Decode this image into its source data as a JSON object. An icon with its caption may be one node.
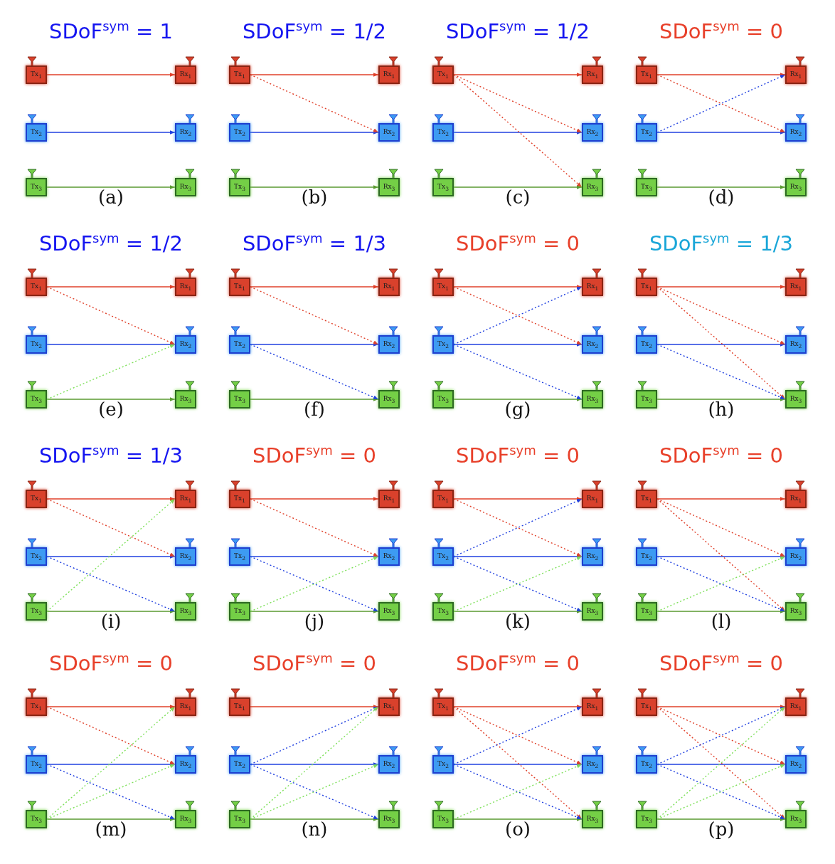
{
  "diagram": {
    "nodes": [
      {
        "text": [
          "Tx$_{1}$"
        ]
      },
      {
        "text": [
          "Rx$_{1}$"
        ]
      },
      {
        "text": [
          "Tx$_{2}$"
        ]
      },
      {
        "text": [
          "Rx$_{2}$"
        ]
      },
      {
        "text": [
          "Tx$_{3}$"
        ]
      },
      {
        "text": [
          "Rx$_{3}$"
        ]
      },
      {
        "text": [
          "Tx$_{1}$"
        ]
      },
      {
        "text": [
          "Rx$_{1}$"
        ]
      },
      {
        "text": [
          "Tx$_{2}$"
        ]
      },
      {
        "text": [
          "Rx$_{2}$"
        ]
      },
      {
        "text": [
          "Tx$_{3}$"
        ]
      },
      {
        "text": [
          "Rx$_{3}$"
        ]
      },
      {
        "text": [
          "Tx$_{1}$"
        ]
      },
      {
        "text": [
          "Rx$_{1}$"
        ]
      },
      {
        "text": [
          "Tx$_{2}$"
        ]
      },
      {
        "text": [
          "Rx$_{2}$"
        ]
      },
      {
        "text": [
          "Tx$_{3}$"
        ]
      },
      {
        "text": [
          "Rx$_{3}$"
        ]
      },
      {
        "text": [
          "Tx$_{1}$"
        ]
      },
      {
        "text": [
          "Rx$_{1}$"
        ]
      },
      {
        "text": [
          "Tx$_{2}$"
        ]
      },
      {
        "text": [
          "Rx$_{2}$"
        ]
      },
      {
        "text": [
          "Tx$_{3}$"
        ]
      },
      {
        "text": [
          "Rx$_{3}$"
        ]
      },
      {
        "text": [
          "Tx$_{1}$"
        ]
      },
      {
        "text": [
          "Rx$_{1}$"
        ]
      },
      {
        "text": [
          "Tx$_{2}$"
        ]
      },
      {
        "text": [
          "Rx$_{2}$"
        ]
      },
      {
        "text": [
          "Tx$_{3}$"
        ]
      },
      {
        "text": [
          "Rx$_{3}$"
        ]
      },
      {
        "text": [
          "Tx$_{1}$"
        ]
      },
      {
        "text": [
          "Rx$_{1}$"
        ]
      },
      {
        "text": [
          "Tx$_{2}$"
        ]
      },
      {
        "text": [
          "Rx$_{2}$"
        ]
      },
      {
        "text": [
          "Tx$_{3}$"
        ]
      },
      {
        "text": [
          "Rx$_{3}$"
        ]
      },
      {
        "text": [
          "Tx$_{1}$"
        ]
      },
      {
        "text": [
          "Rx$_{1}$"
        ]
      },
      {
        "text": [
          "Tx$_{2}$"
        ]
      },
      {
        "text": [
          "Rx$_{2}$"
        ]
      },
      {
        "text": [
          "Tx$_{3}$"
        ]
      },
      {
        "text": [
          "Rx$_{3}$"
        ]
      },
      {
        "text": [
          "Tx$_{1}$"
        ]
      },
      {
        "text": [
          "Rx$_{1}$"
        ]
      },
      {
        "text": [
          "Tx$_{2}$"
        ]
      },
      {
        "text": [
          "Rx$_{2}$"
        ]
      },
      {
        "text": [
          "Tx$_{3}$"
        ]
      },
      {
        "text": [
          "Rx$_{3}$"
        ]
      },
      {
        "text": [
          "Tx$_{1}$"
        ]
      },
      {
        "text": [
          "Rx$_{1}$"
        ]
      },
      {
        "text": [
          "Tx$_{2}$"
        ]
      },
      {
        "text": [
          "Rx$_{2}$"
        ]
      },
      {
        "text": [
          "Tx$_{3}$"
        ]
      },
      {
        "text": [
          "Rx$_{3}$"
        ]
      },
      {
        "text": [
          "Tx$_{1}$"
        ]
      },
      {
        "text": [
          "Rx$_{1}$"
        ]
      },
      {
        "text": [
          "Tx$_{2}$"
        ]
      },
      {
        "text": [
          "Rx$_{2}$"
        ]
      },
      {
        "text": [
          "Tx$_{3}$"
        ]
      },
      {
        "text": [
          "Rx$_{3}$"
        ]
      },
      {
        "text": [
          "Tx$_{1}$"
        ]
      },
      {
        "text": [
          "Rx$_{1}$"
        ]
      },
      {
        "text": [
          "Tx$_{2}$"
        ]
      },
      {
        "text": [
          "Rx$_{2}$"
        ]
      },
      {
        "text": [
          "Tx$_{3}$"
        ]
      },
      {
        "text": [
          "Rx$_{3}$"
        ]
      },
      {
        "text": [
          "Tx$_{1}$"
        ]
      },
      {
        "text": [
          "Rx$_{1}$"
        ]
      },
      {
        "text": [
          "Tx$_{2}$"
        ]
      },
      {
        "text": [
          "Rx$_{2}$"
        ]
      },
      {
        "text": [
          "Tx$_{3}$"
        ]
      },
      {
        "text": [
          "Rx$_{3}$"
        ]
      },
      {
        "text": [
          "Tx$_{1}$"
        ]
      },
      {
        "text": [
          "Rx$_{1}$"
        ]
      },
      {
        "text": [
          "Tx$_{2}$"
        ]
      },
      {
        "text": [
          "Rx$_{2}$"
        ]
      },
      {
        "text": [
          "Tx$_{3}$"
        ]
      },
      {
        "text": [
          "Rx$_{3}$"
        ]
      },
      {
        "text": [
          "Tx$_{1}$"
        ]
      },
      {
        "text": [
          "Rx$_{1}$"
        ]
      },
      {
        "text": [
          "Tx$_{2}$"
        ]
      },
      {
        "text": [
          "Rx$_{2}$"
        ]
      },
      {
        "text": [
          "Tx$_{3}$"
        ]
      },
      {
        "text": [
          "Rx$_{3}$"
        ]
      },
      {
        "text": [
          "Tx$_{1}$"
        ]
      },
      {
        "text": [
          "Rx$_{1}$"
        ]
      },
      {
        "text": [
          "Tx$_{2}$"
        ]
      },
      {
        "text": [
          "Rx$_{2}$"
        ]
      },
      {
        "text": [
          "Tx$_{3}$"
        ]
      },
      {
        "text": [
          "Rx$_{3}$"
        ]
      },
      {
        "text": [
          "Tx$_{1}$"
        ]
      },
      {
        "text": [
          "Rx$_{1}$"
        ]
      },
      {
        "text": [
          "Tx$_{2}$"
        ]
      },
      {
        "text": [
          "Rx$_{2}$"
        ]
      },
      {
        "text": [
          "Tx$_{3}$"
        ]
      },
      {
        "text": [
          "Rx$_{3}$"
        ]
      }
    ],
    "edges": [
      {
        "from": 0,
        "to": 1,
        "arrow": "to",
        "color": "#e0402a"
      },
      {
        "from": 2,
        "to": 3,
        "arrow": "to",
        "color": "#2040e0"
      },
      {
        "from": 4,
        "to": 5,
        "arrow": "to",
        "color": "#5a9a30"
      },
      {
        "from": 6,
        "to": 7,
        "arrow": "to",
        "color": "#e0402a"
      },
      {
        "from": 8,
        "to": 9,
        "arrow": "to",
        "color": "#2040e0"
      },
      {
        "from": 10,
        "to": 11,
        "arrow": "to",
        "color": "#5a9a30"
      },
      {
        "from": 6,
        "to": 9,
        "arrow": "to",
        "style": "dashed",
        "color": "#e0402a"
      },
      {
        "from": 12,
        "to": 13,
        "arrow": "to",
        "color": "#e0402a"
      },
      {
        "from": 14,
        "to": 15,
        "arrow": "to",
        "color": "#2040e0"
      },
      {
        "from": 16,
        "to": 17,
        "arrow": "to",
        "color": "#5a9a30"
      },
      {
        "from": 12,
        "to": 15,
        "arrow": "to",
        "style": "dashed",
        "color": "#e0402a"
      },
      {
        "from": 12,
        "to": 17,
        "arrow": "to",
        "style": "dashed",
        "color": "#e0402a"
      },
      {
        "from": 18,
        "to": 19,
        "arrow": "to",
        "color": "#e0402a"
      },
      {
        "from": 20,
        "to": 21,
        "arrow": "to",
        "color": "#2040e0"
      },
      {
        "from": 22,
        "to": 23,
        "arrow": "to",
        "color": "#5a9a30"
      },
      {
        "from": 18,
        "to": 21,
        "arrow": "to",
        "style": "dashed",
        "color": "#e0402a"
      },
      {
        "from": 20,
        "to": 19,
        "arrow": "to",
        "style": "dashed",
        "color": "#2040e0"
      },
      {
        "from": 24,
        "to": 25,
        "arrow": "to",
        "color": "#e0402a"
      },
      {
        "from": 26,
        "to": 27,
        "arrow": "to",
        "color": "#2040e0"
      },
      {
        "from": 28,
        "to": 29,
        "arrow": "to",
        "color": "#5a9a30"
      },
      {
        "from": 24,
        "to": 27,
        "arrow": "to",
        "style": "dashed",
        "color": "#e0402a"
      },
      {
        "from": 28,
        "to": 27,
        "arrow": "to",
        "style": "dashed",
        "color": "#7ee05a"
      },
      {
        "from": 30,
        "to": 31,
        "arrow": "to",
        "color": "#e0402a"
      },
      {
        "from": 32,
        "to": 33,
        "arrow": "to",
        "color": "#2040e0"
      },
      {
        "from": 34,
        "to": 35,
        "arrow": "to",
        "color": "#5a9a30"
      },
      {
        "from": 30,
        "to": 33,
        "arrow": "to",
        "style": "dashed",
        "color": "#e0402a"
      },
      {
        "from": 32,
        "to": 35,
        "arrow": "to",
        "style": "dashed",
        "color": "#2040e0"
      },
      {
        "from": 36,
        "to": 37,
        "arrow": "to",
        "color": "#e0402a"
      },
      {
        "from": 38,
        "to": 39,
        "arrow": "to",
        "color": "#2040e0"
      },
      {
        "from": 40,
        "to": 41,
        "arrow": "to",
        "color": "#5a9a30"
      },
      {
        "from": 36,
        "to": 39,
        "arrow": "to",
        "style": "dashed",
        "color": "#e0402a"
      },
      {
        "from": 38,
        "to": 37,
        "arrow": "to",
        "style": "dashed",
        "color": "#2040e0"
      },
      {
        "from": 38,
        "to": 41,
        "arrow": "to",
        "style": "dashed",
        "color": "#2040e0"
      },
      {
        "from": 42,
        "to": 43,
        "arrow": "to",
        "color": "#e0402a"
      },
      {
        "from": 44,
        "to": 45,
        "arrow": "to",
        "color": "#2040e0"
      },
      {
        "from": 46,
        "to": 47,
        "arrow": "to",
        "color": "#5a9a30"
      },
      {
        "from": 42,
        "to": 45,
        "arrow": "to",
        "style": "dashed",
        "color": "#e0402a"
      },
      {
        "from": 42,
        "to": 47,
        "arrow": "to",
        "style": "dashed",
        "color": "#e0402a"
      },
      {
        "from": 44,
        "to": 47,
        "arrow": "to",
        "style": "dashed",
        "color": "#2040e0"
      },
      {
        "from": 48,
        "to": 49,
        "arrow": "to",
        "color": "#e0402a"
      },
      {
        "from": 50,
        "to": 51,
        "arrow": "to",
        "color": "#2040e0"
      },
      {
        "from": 52,
        "to": 53,
        "arrow": "to",
        "color": "#5a9a30"
      },
      {
        "from": 48,
        "to": 51,
        "arrow": "to",
        "style": "dashed",
        "color": "#e0402a"
      },
      {
        "from": 50,
        "to": 53,
        "arrow": "to",
        "style": "dashed",
        "color": "#2040e0"
      },
      {
        "from": 52,
        "to": 49,
        "arrow": "to",
        "style": "dashed",
        "color": "#7ee05a"
      },
      {
        "from": 54,
        "to": 55,
        "arrow": "to",
        "color": "#e0402a"
      },
      {
        "from": 56,
        "to": 57,
        "arrow": "to",
        "color": "#2040e0"
      },
      {
        "from": 58,
        "to": 59,
        "arrow": "to",
        "color": "#5a9a30"
      },
      {
        "from": 54,
        "to": 57,
        "arrow": "to",
        "style": "dashed",
        "color": "#e0402a"
      },
      {
        "from": 56,
        "to": 59,
        "arrow": "to",
        "style": "dashed",
        "color": "#2040e0"
      },
      {
        "from": 58,
        "to": 57,
        "arrow": "to",
        "style": "dashed",
        "color": "#7ee05a"
      },
      {
        "from": 60,
        "to": 61,
        "arrow": "to",
        "color": "#e0402a"
      },
      {
        "from": 62,
        "to": 63,
        "arrow": "to",
        "color": "#2040e0"
      },
      {
        "from": 64,
        "to": 65,
        "arrow": "to",
        "color": "#5a9a30"
      },
      {
        "from": 60,
        "to": 63,
        "arrow": "to",
        "style": "dashed",
        "color": "#e0402a"
      },
      {
        "from": 62,
        "to": 61,
        "arrow": "to",
        "style": "dashed",
        "color": "#2040e0"
      },
      {
        "from": 62,
        "to": 65,
        "arrow": "to",
        "style": "dashed",
        "color": "#2040e0"
      },
      {
        "from": 64,
        "to": 63,
        "arrow": "to",
        "style": "dashed",
        "color": "#7ee05a"
      },
      {
        "from": 66,
        "to": 67,
        "arrow": "to",
        "color": "#e0402a"
      },
      {
        "from": 68,
        "to": 69,
        "arrow": "to",
        "color": "#2040e0"
      },
      {
        "from": 70,
        "to": 71,
        "arrow": "to",
        "color": "#5a9a30"
      },
      {
        "from": 66,
        "to": 69,
        "arrow": "to",
        "style": "dashed",
        "color": "#e0402a"
      },
      {
        "from": 66,
        "to": 71,
        "arrow": "to",
        "style": "dashed",
        "color": "#e0402a"
      },
      {
        "from": 68,
        "to": 71,
        "arrow": "to",
        "style": "dashed",
        "color": "#2040e0"
      },
      {
        "from": 70,
        "to": 69,
        "arrow": "to",
        "style": "dashed",
        "color": "#7ee05a"
      },
      {
        "from": 72,
        "to": 73,
        "arrow": "to",
        "color": "#e0402a"
      },
      {
        "from": 74,
        "to": 75,
        "arrow": "to",
        "color": "#2040e0"
      },
      {
        "from": 76,
        "to": 77,
        "arrow": "to",
        "color": "#5a9a30"
      },
      {
        "from": 72,
        "to": 75,
        "arrow": "to",
        "style": "dashed",
        "color": "#e0402a"
      },
      {
        "from": 74,
        "to": 77,
        "arrow": "to",
        "style": "dashed",
        "color": "#2040e0"
      },
      {
        "from": 76,
        "to": 73,
        "arrow": "to",
        "style": "dashed",
        "color": "#7ee05a"
      },
      {
        "from": 76,
        "to": 75,
        "arrow": "to",
        "style": "dashed",
        "color": "#7ee05a"
      },
      {
        "from": 78,
        "to": 79,
        "arrow": "to",
        "color": "#e0402a"
      },
      {
        "from": 80,
        "to": 81,
        "arrow": "to",
        "color": "#2040e0"
      },
      {
        "from": 82,
        "to": 83,
        "arrow": "to",
        "color": "#5a9a30"
      },
      {
        "from": 80,
        "to": 79,
        "arrow": "to",
        "style": "dashed",
        "color": "#2040e0"
      },
      {
        "from": 80,
        "to": 83,
        "arrow": "to",
        "style": "dashed",
        "color": "#2040e0"
      },
      {
        "from": 82,
        "to": 79,
        "arrow": "to",
        "style": "dashed",
        "color": "#7ee05a"
      },
      {
        "from": 82,
        "to": 81,
        "arrow": "to",
        "style": "dashed",
        "color": "#7ee05a"
      },
      {
        "from": 84,
        "to": 85,
        "arrow": "to",
        "color": "#e0402a"
      },
      {
        "from": 86,
        "to": 87,
        "arrow": "to",
        "color": "#2040e0"
      },
      {
        "from": 88,
        "to": 89,
        "arrow": "to",
        "color": "#5a9a30"
      },
      {
        "from": 84,
        "to": 87,
        "arrow": "to",
        "style": "dashed",
        "color": "#e0402a"
      },
      {
        "from": 84,
        "to": 89,
        "arrow": "to",
        "style": "dashed",
        "color": "#e0402a"
      },
      {
        "from": 86,
        "to": 85,
        "arrow": "to",
        "style": "dashed",
        "color": "#2040e0"
      },
      {
        "from": 86,
        "to": 89,
        "arrow": "to",
        "style": "dashed",
        "color": "#2040e0"
      },
      {
        "from": 88,
        "to": 87,
        "arrow": "to",
        "style": "dashed",
        "color": "#7ee05a"
      },
      {
        "from": 90,
        "to": 91,
        "arrow": "to",
        "color": "#e0402a"
      },
      {
        "from": 92,
        "to": 93,
        "arrow": "to",
        "color": "#2040e0"
      },
      {
        "from": 94,
        "to": 95,
        "arrow": "to",
        "color": "#5a9a30"
      },
      {
        "from": 90,
        "to": 93,
        "arrow": "to",
        "style": "dashed",
        "color": "#e0402a"
      },
      {
        "from": 90,
        "to": 95,
        "arrow": "to",
        "style": "dashed",
        "color": "#e0402a"
      },
      {
        "from": 92,
        "to": 91,
        "arrow": "to",
        "style": "dashed",
        "color": "#2040e0"
      },
      {
        "from": 92,
        "to": 95,
        "arrow": "to",
        "style": "dashed",
        "color": "#2040e0"
      },
      {
        "from": 94,
        "to": 91,
        "arrow": "to",
        "style": "dashed",
        "color": "#7ee05a"
      },
      {
        "from": 94,
        "to": 93,
        "arrow": "to",
        "style": "dashed",
        "color": "#7ee05a"
      }
    ],
    "labels": [
      "SDoF$^{sym}$ = 1",
      "(a)",
      "SDoF$^{sym}$ = 1/2",
      "(b)",
      "SDoF$^{sym}$ = 1/2",
      "(c)",
      "SDoF$^{sym}$ = 0",
      "(d)",
      "SDoF$^{sym}$ = 1/2",
      "(e)",
      "SDoF$^{sym}$ = 1/3",
      "(f)",
      "SDoF$^{sym}$ = 0",
      "(g)",
      "SDoF$^{sym}$ = 1/3",
      "(h)",
      "SDoF$^{sym}$ = 1/3",
      "(i)",
      "SDoF$^{sym}$ = 0",
      "(j)",
      "SDoF$^{sym}$ = 0",
      "(k)",
      "SDoF$^{sym}$ = 0",
      "(l)",
      "SDoF$^{sym}$ = 0",
      "(m)",
      "SDoF$^{sym}$ = 0",
      "(n)",
      "SDoF$^{sym}$ = 0",
      "(o)",
      "SDoF$^{sym}$ = 0",
      "(p)"
    ]
  }
}
